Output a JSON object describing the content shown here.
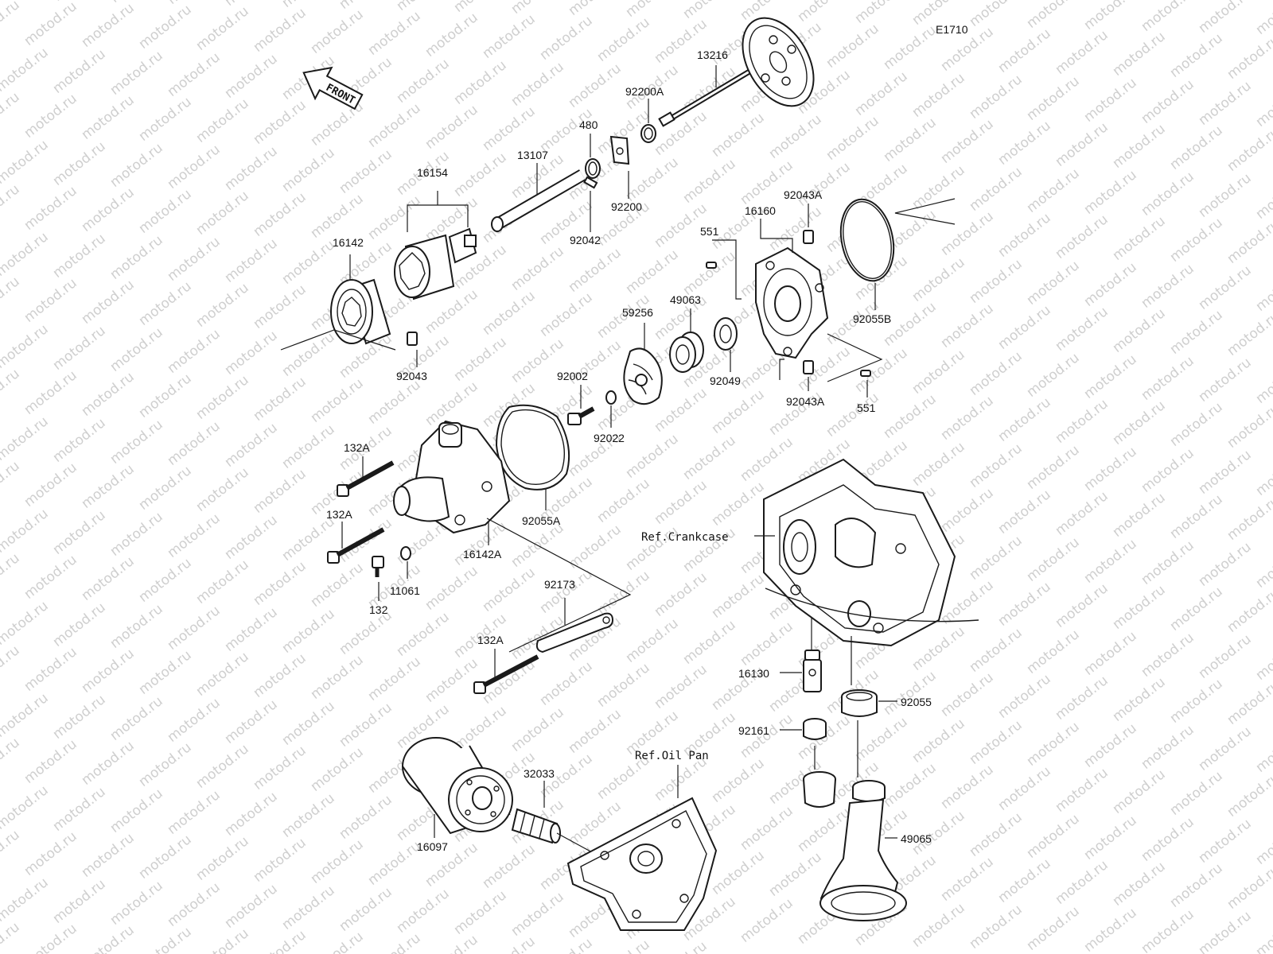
{
  "diagram_code": "E1710",
  "front_label": "FRONT",
  "watermark_text": "motod.ru",
  "labels": {
    "p13216": "13216",
    "p92200A": "92200A",
    "p480": "480",
    "p13107": "13107",
    "p16154": "16154",
    "p92200": "92200",
    "p92042": "92042",
    "p16142": "16142",
    "p92043": "92043",
    "p92043A_top": "92043A",
    "p16160": "16160",
    "p551_top": "551",
    "p49063": "49063",
    "p59256": "59256",
    "p92055B": "92055B",
    "p92049": "92049",
    "p92043A_bottom": "92043A",
    "p551_bottom": "551",
    "p92002": "92002",
    "p92022": "92022",
    "p132A_1": "132A",
    "p132A_2": "132A",
    "p92055A": "92055A",
    "p16142A": "16142A",
    "p132": "132",
    "p11061": "11061",
    "p92173": "92173",
    "p132A_3": "132A",
    "ref_crankcase": "Ref.Crankcase",
    "p16130": "16130",
    "p92055": "92055",
    "p92161": "92161",
    "ref_oil_pan": "Ref.Oil Pan",
    "p32033": "32033",
    "p16097": "16097",
    "p49065": "49065"
  }
}
